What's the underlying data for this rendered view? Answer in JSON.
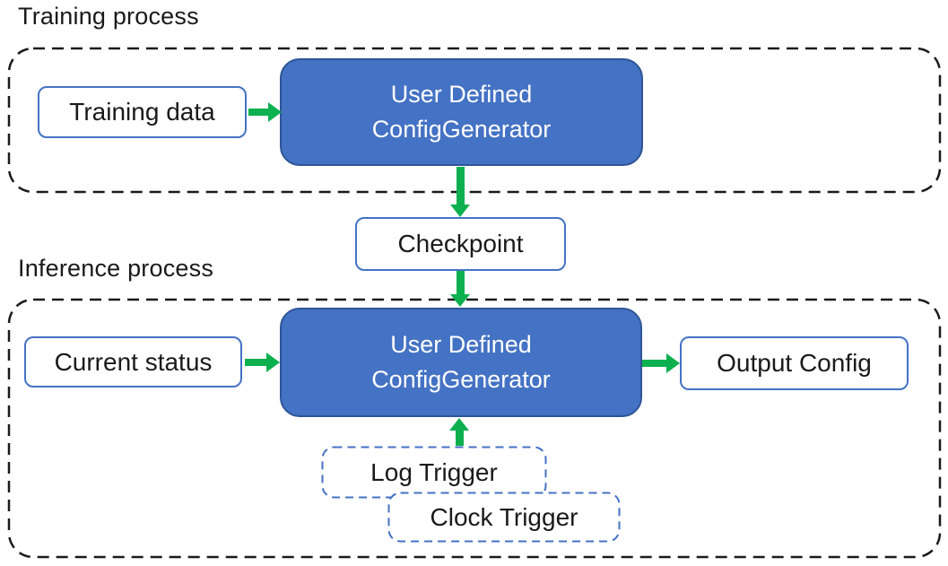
{
  "colors": {
    "box-blue": "#4472C4",
    "box-blue-border": "#2F5597",
    "outline-blue": "#4472C4",
    "arrow-green": "#0DB04F",
    "dash-black": "#1a1a1a"
  },
  "training": {
    "label": "Training process",
    "data_box": "Training data",
    "generator": {
      "line1": "User Defined",
      "line2": "ConfigGenerator"
    }
  },
  "checkpoint_box": "Checkpoint",
  "inference": {
    "label": "Inference process",
    "status_box": "Current status",
    "generator": {
      "line1": "User Defined",
      "line2": "ConfigGenerator"
    },
    "output_box": "Output Config",
    "log_trigger_box": "Log Trigger",
    "clock_trigger_box": "Clock Trigger"
  }
}
